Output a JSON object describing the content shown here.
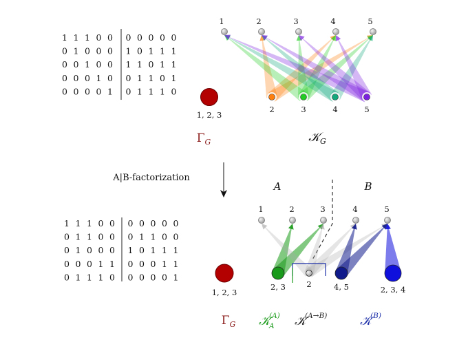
{
  "top": {
    "matrix": {
      "rows": [
        [
          "1",
          "1",
          "1",
          "0",
          "0",
          "0",
          "0",
          "0",
          "0",
          "0"
        ],
        [
          "0",
          "1",
          "0",
          "0",
          "0",
          "1",
          "0",
          "1",
          "1",
          "1"
        ],
        [
          "0",
          "0",
          "1",
          "0",
          "0",
          "1",
          "1",
          "0",
          "1",
          "1"
        ],
        [
          "0",
          "0",
          "0",
          "1",
          "0",
          "0",
          "1",
          "1",
          "0",
          "1"
        ],
        [
          "0",
          "0",
          "0",
          "0",
          "1",
          "0",
          "1",
          "1",
          "1",
          "0"
        ]
      ]
    },
    "code_nodes": [
      "1",
      "2",
      "3",
      "4",
      "5"
    ],
    "gamma_node": {
      "label": "1, 2, 3",
      "color": "#b00000"
    },
    "k_nodes": [
      {
        "label": "2",
        "color": "#ff7f0e"
      },
      {
        "label": "3",
        "color": "#22cc22"
      },
      {
        "label": "4",
        "color": "#12a87c"
      },
      {
        "label": "5",
        "color": "#7c20e0"
      }
    ],
    "gamma_label": "Γ",
    "gamma_sub": "G",
    "k_label": "𝒦",
    "k_sub": "G"
  },
  "arrow_label": "A|B-factorization",
  "bottom": {
    "matrix": {
      "rows": [
        {
          "vals": [
            "1",
            "1",
            "1",
            "0",
            "0",
            "0",
            "0",
            "0",
            "0",
            "0"
          ],
          "color": "#b22222"
        },
        {
          "vals": [
            "0",
            "1",
            "1",
            "0",
            "0",
            "0",
            "1",
            "1",
            "0",
            "0"
          ],
          "color": "#1a9a1a"
        },
        {
          "vals": [
            "0",
            "1",
            "0",
            "0",
            "0",
            "1",
            "0",
            "1",
            "1",
            "1"
          ],
          "color": "#a8a8a8"
        },
        {
          "vals": [
            "0",
            "0",
            "0",
            "1",
            "1",
            "0",
            "0",
            "0",
            "1",
            "1"
          ],
          "color": "#1c2fa8"
        },
        {
          "vals": [
            "0",
            "1",
            "1",
            "1",
            "0",
            "0",
            "0",
            "0",
            "0",
            "1"
          ],
          "color": "#1c2fa8"
        }
      ]
    },
    "partition_a": "A",
    "partition_b": "B",
    "code_nodes": [
      "1",
      "2",
      "3",
      "4",
      "5"
    ],
    "gamma_node": {
      "label": "1, 2, 3",
      "color": "#b00000"
    },
    "nodes": [
      {
        "label": "2, 3",
        "color": "#1a9a1a"
      },
      {
        "label": "2",
        "color": "#aaaaaa"
      },
      {
        "label": "4, 5",
        "color": "#101a8a"
      },
      {
        "label": "2, 3, 4",
        "color": "#1010dd"
      }
    ],
    "legend": {
      "gamma": {
        "main": "Γ",
        "sub": "G",
        "color": "#8b1a1a"
      },
      "ka": {
        "main": "𝒦",
        "sub": "A",
        "sup": "(A)",
        "color": "#1a9a1a"
      },
      "kab": {
        "main": "𝒦",
        "sup": "(A→B)",
        "color": "#222222"
      },
      "kb": {
        "main": "𝒦",
        "sup": "(B)",
        "color": "#1c2fa8"
      }
    }
  }
}
